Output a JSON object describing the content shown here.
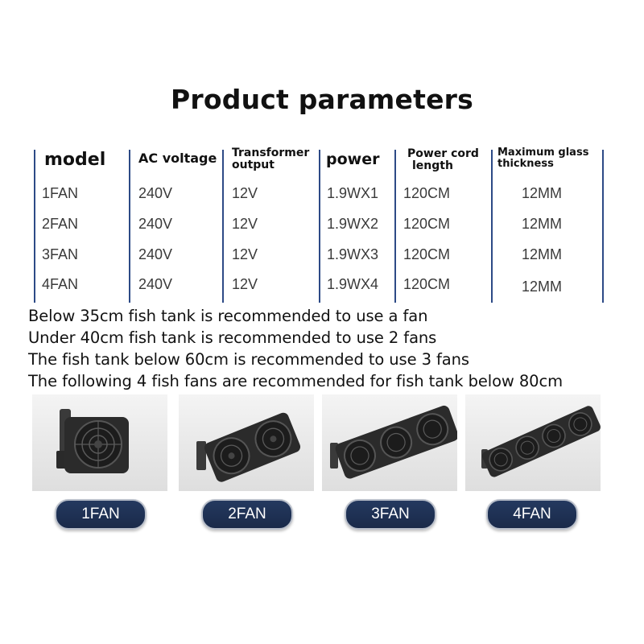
{
  "title": "Product parameters",
  "table": {
    "headers": [
      {
        "line1": "model",
        "line2": ""
      },
      {
        "line1": "AC voltage",
        "line2": ""
      },
      {
        "line1": "Transformer",
        "line2": "output"
      },
      {
        "line1": "power",
        "line2": ""
      },
      {
        "line1": "Power cord",
        "line2": "length"
      },
      {
        "line1": "Maximum glass",
        "line2": "thickness"
      }
    ],
    "rows": [
      [
        "1FAN",
        "240V",
        "12V",
        "1.9WX1",
        "120CM",
        "12MM"
      ],
      [
        "2FAN",
        "240V",
        "12V",
        "1.9WX2",
        "120CM",
        "12MM"
      ],
      [
        "3FAN",
        "240V",
        "12V",
        "1.9WX3",
        "120CM",
        "12MM"
      ],
      [
        "4FAN",
        "240V",
        "12V",
        "1.9WX4",
        "120CM",
        "12MM"
      ]
    ]
  },
  "notes": [
    "Below 35cm fish tank is recommended to use a fan",
    "Under 40cm fish tank is recommended to use 2 fans",
    "The fish tank below 60cm is recommended to use 3 fans",
    "The following 4 fish fans are recommended for fish tank below 80cm"
  ],
  "products": [
    {
      "label": "1FAN",
      "fans": 1
    },
    {
      "label": "2FAN",
      "fans": 2
    },
    {
      "label": "3FAN",
      "fans": 3
    },
    {
      "label": "4FAN",
      "fans": 4
    }
  ],
  "colors": {
    "divider": "#2d4a86",
    "pill": "#1f3152",
    "fan_body": "#2b2b2b"
  }
}
